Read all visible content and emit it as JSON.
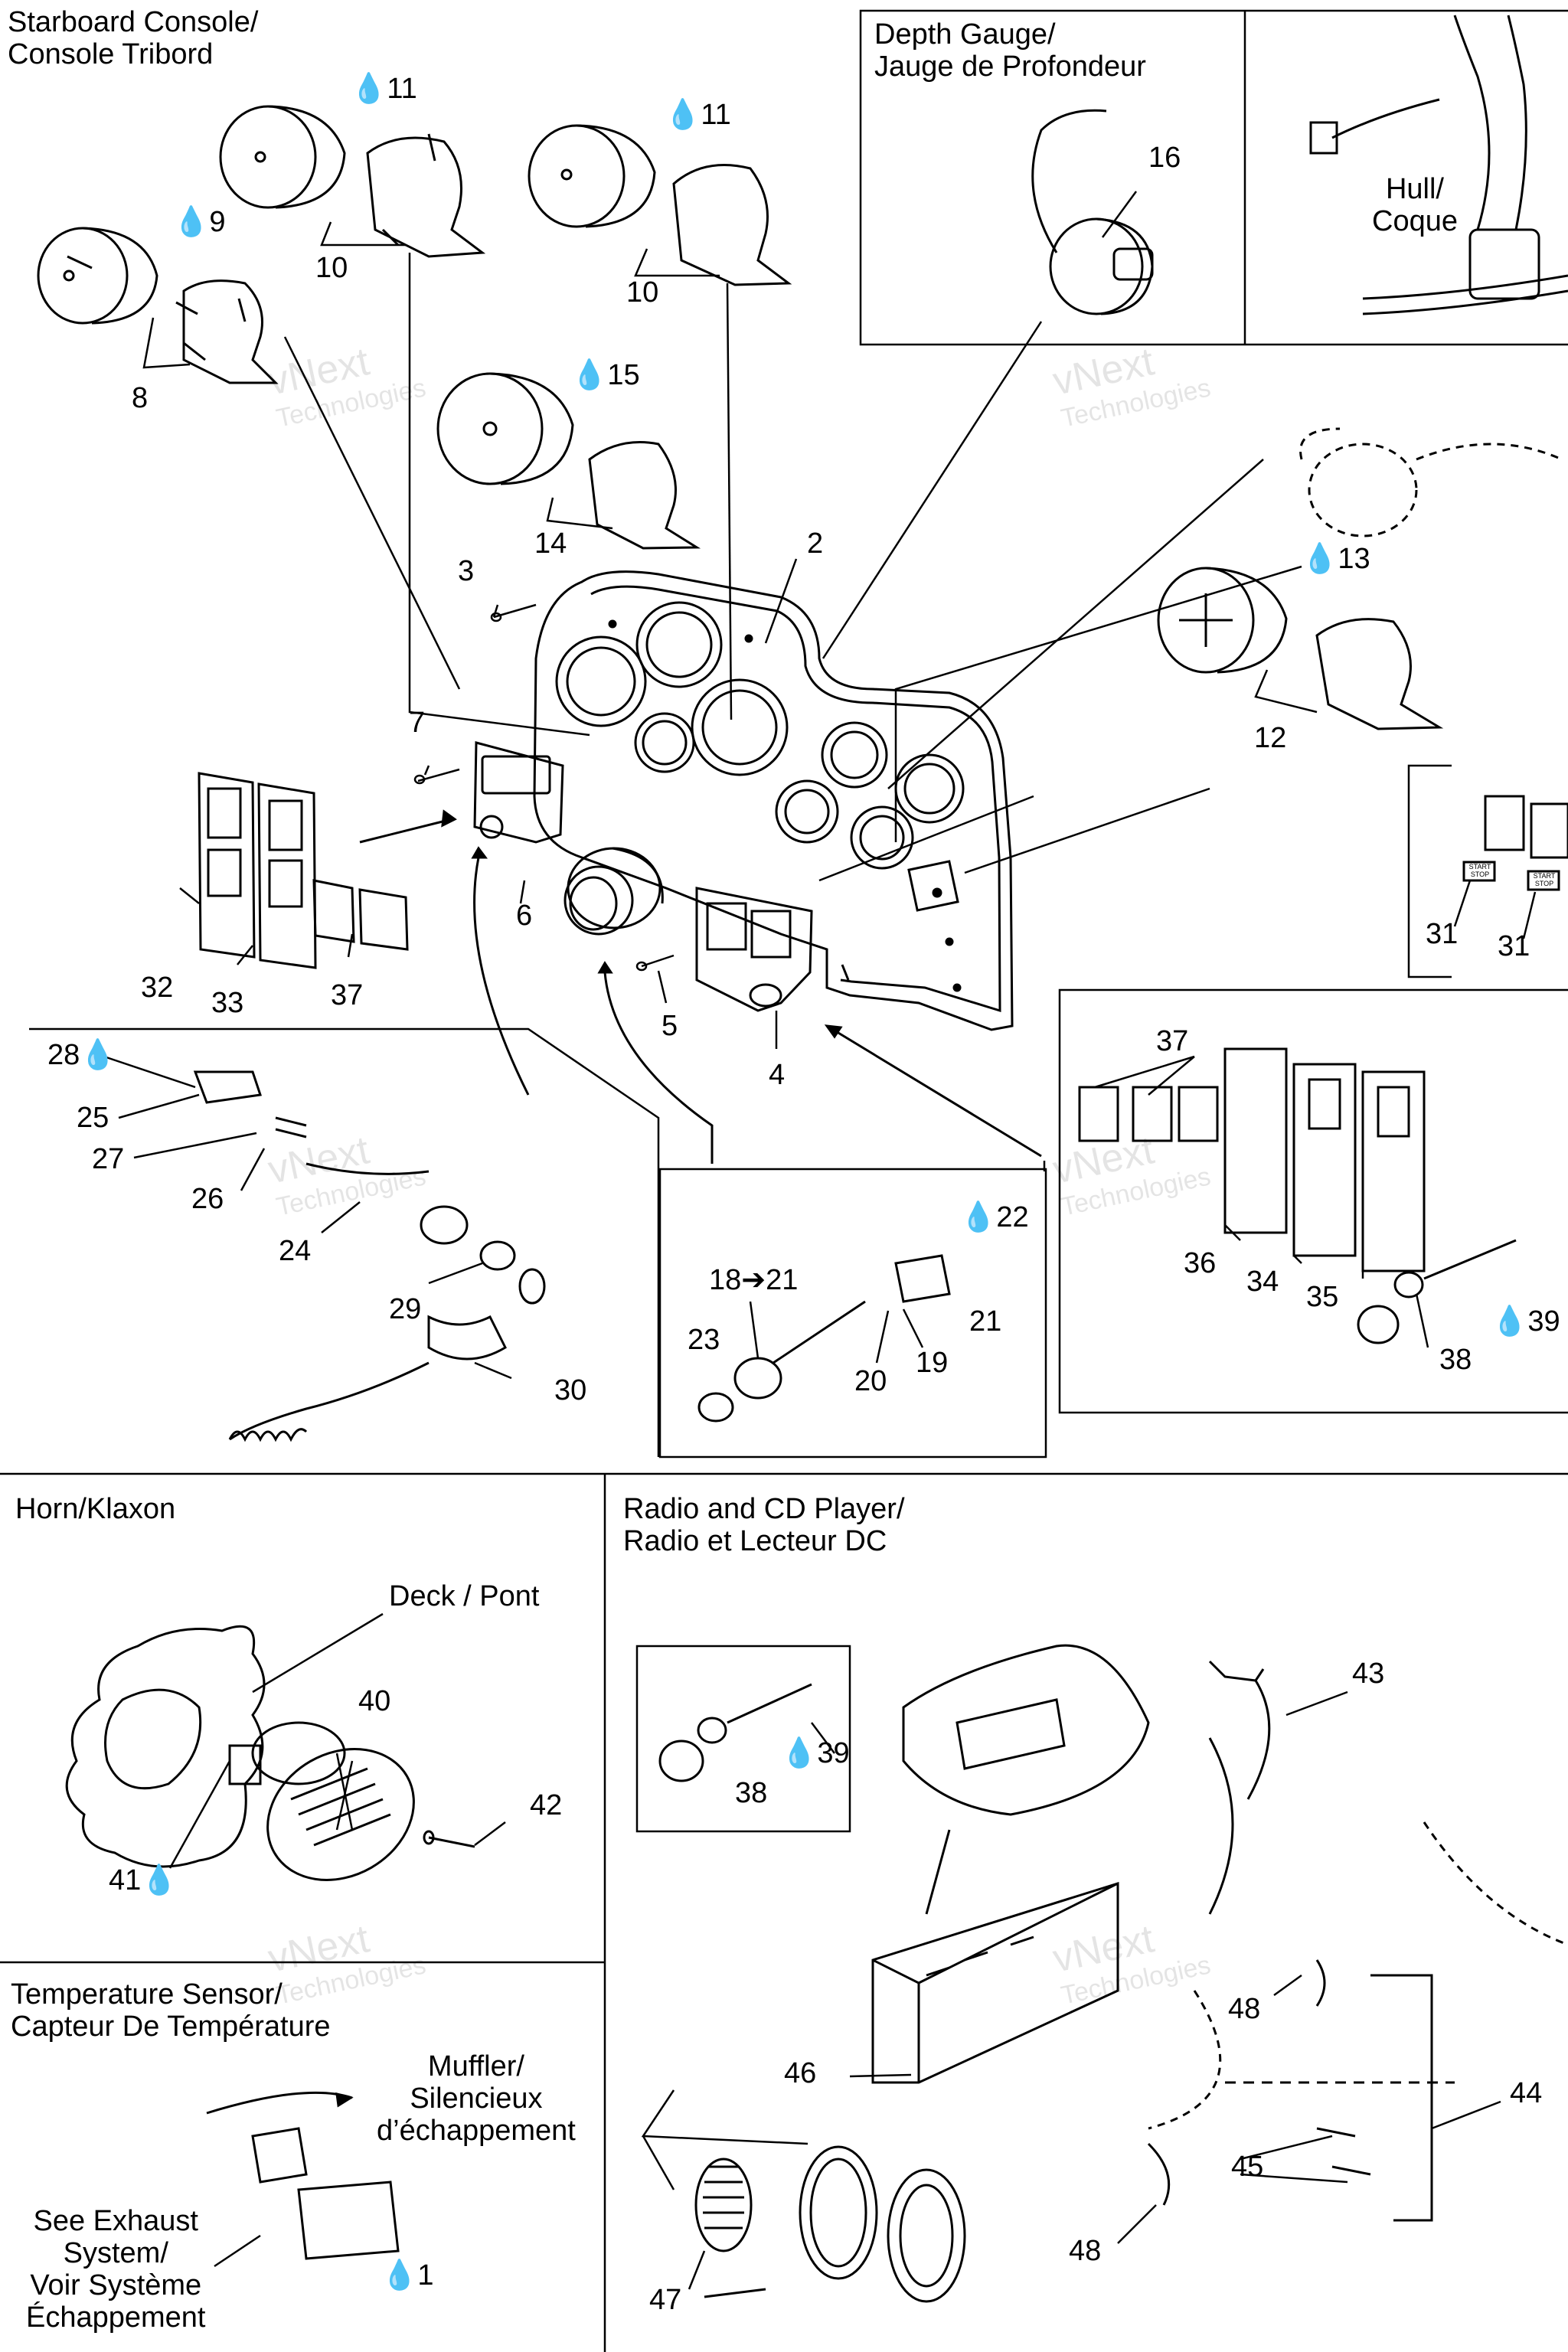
{
  "sections": {
    "starboard_console": "Starboard Console/\nConsole Tribord",
    "depth_gauge": "Depth Gauge/\nJauge de Profondeur",
    "hull": "Hull/\nCoque",
    "horn": "Horn/Klaxon",
    "deck": "Deck / Pont",
    "radio": "Radio and CD Player/\nRadio et Lecteur DC",
    "temp_sensor": "Temperature Sensor/\nCapteur De Température",
    "muffler": "Muffler/\nSilencieux\nd’échappement",
    "exhaust": "See Exhaust\nSystem/\nVoir Système\nÉchappement"
  },
  "watermark": {
    "line1": "vNext",
    "line2": "Technologies"
  },
  "part_labels": {
    "p1": "1",
    "p2": "2",
    "p3": "3",
    "p4": "4",
    "p5": "5",
    "p6": "6",
    "p7": "7",
    "p8": "8",
    "p9": "9",
    "p10a": "10",
    "p10b": "10",
    "p11a": "11",
    "p11b": "11",
    "p12": "12",
    "p13": "13",
    "p14": "14",
    "p15": "15",
    "p16": "16",
    "p18": "18➔21",
    "p19": "19",
    "p20": "20",
    "p21": "21",
    "p22": "22",
    "p23": "23",
    "p24": "24",
    "p25": "25",
    "p26": "26",
    "p27": "27",
    "p28": "28",
    "p29": "29",
    "p30": "30",
    "p31a": "31",
    "p31b": "31",
    "p32": "32",
    "p33": "33",
    "p34": "34",
    "p35": "35",
    "p36": "36",
    "p37a": "37",
    "p37b": "37",
    "p38a": "38",
    "p38b": "38",
    "p39a": "39",
    "p39b": "39",
    "p40": "40",
    "p41": "41",
    "p42": "42",
    "p43": "43",
    "p44": "44",
    "p45": "45",
    "p46": "46",
    "p47": "47",
    "p48a": "48",
    "p48b": "48"
  },
  "button_text": {
    "start_stop": "START\nSTOP"
  }
}
